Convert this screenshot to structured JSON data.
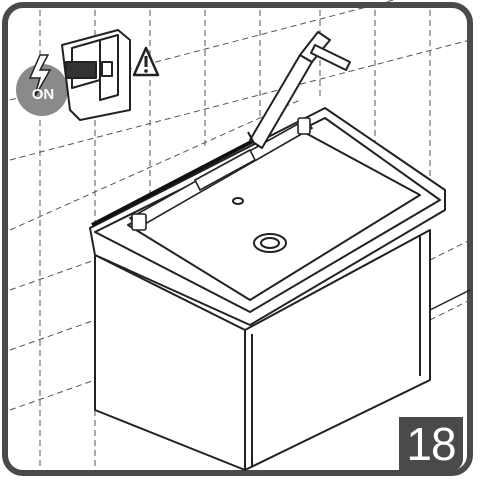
{
  "step": {
    "number": "18"
  },
  "power_indicator": {
    "label": "ON",
    "icon": "lightning-bolt-icon"
  },
  "warning": {
    "icon": "warning-triangle-icon"
  },
  "breaker": {
    "icon": "circuit-breaker-icon"
  },
  "scene": {
    "illustration": "vanity-unit-with-sealant-gun"
  },
  "colors": {
    "frame": "#4a4a4a",
    "badge": "#4a4a4a",
    "badge_text": "#ffffff",
    "line": "#222222",
    "power_circle": "#8a8a8a"
  }
}
